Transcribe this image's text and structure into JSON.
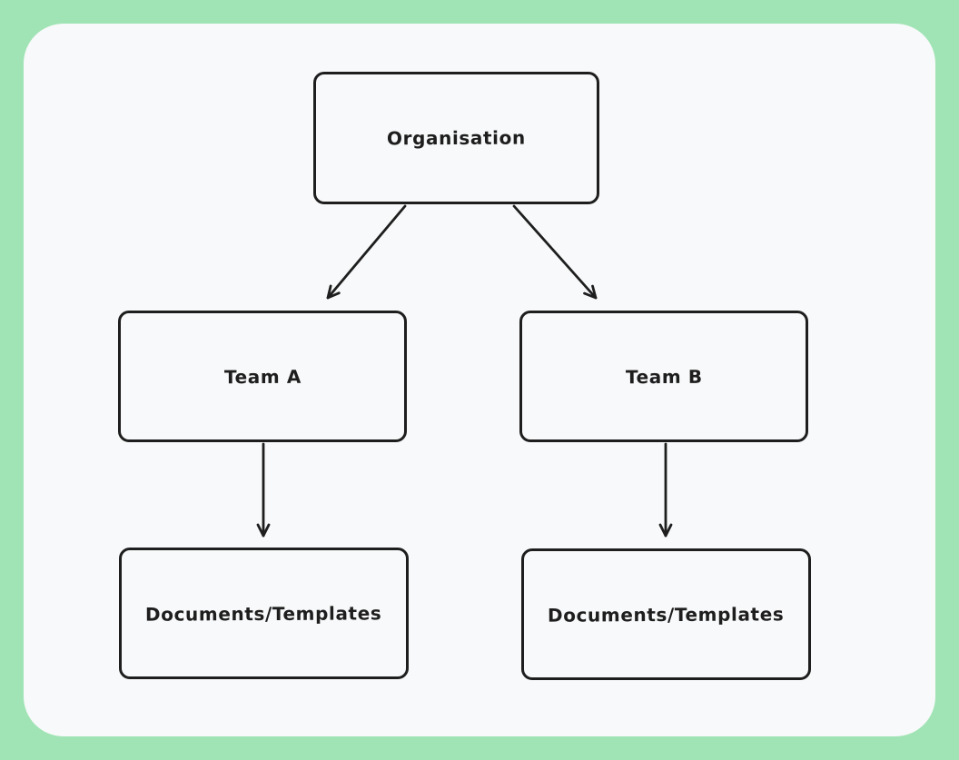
{
  "canvas": {
    "frame_color": "#a0e4b5",
    "background_color": "#f8f9fa",
    "stroke_color": "#1e1e1e"
  },
  "diagram": {
    "nodes": [
      {
        "id": "organisation",
        "label": "Organisation"
      },
      {
        "id": "team-a",
        "label": "Team A"
      },
      {
        "id": "team-b",
        "label": "Team B"
      },
      {
        "id": "docs-a",
        "label": "Documents/Templates"
      },
      {
        "id": "docs-b",
        "label": "Documents/Templates"
      }
    ],
    "edges": [
      {
        "from": "organisation",
        "to": "team-a"
      },
      {
        "from": "organisation",
        "to": "team-b"
      },
      {
        "from": "team-a",
        "to": "docs-a"
      },
      {
        "from": "team-b",
        "to": "docs-b"
      }
    ]
  }
}
